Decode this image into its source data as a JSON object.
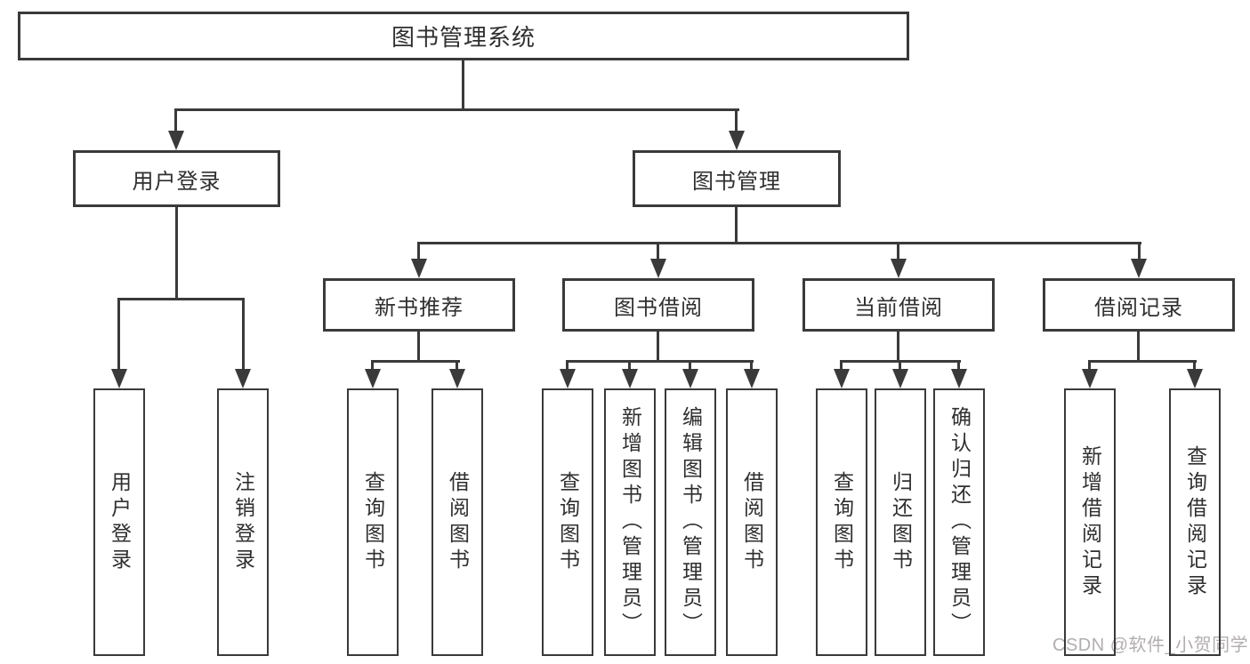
{
  "diagram": {
    "root": {
      "label": "图书管理系统"
    },
    "user": {
      "label": "用户登录",
      "children": [
        {
          "label": "用户登录"
        },
        {
          "label": "注销登录"
        }
      ]
    },
    "book": {
      "label": "图书管理",
      "sections": [
        {
          "label": "新书推荐",
          "children": [
            {
              "label": "查询图书"
            },
            {
              "label": "借阅图书"
            }
          ]
        },
        {
          "label": "图书借阅",
          "children": [
            {
              "label": "查询图书"
            },
            {
              "label": "新增图书（管理员）"
            },
            {
              "label": "编辑图书（管理员）"
            },
            {
              "label": "借阅图书"
            }
          ]
        },
        {
          "label": "当前借阅",
          "children": [
            {
              "label": "查询图书"
            },
            {
              "label": "归还图书"
            },
            {
              "label": "确认归还（管理员）"
            }
          ]
        },
        {
          "label": "借阅记录",
          "children": [
            {
              "label": "新增借阅记录"
            },
            {
              "label": "查询借阅记录"
            }
          ]
        }
      ]
    }
  },
  "colors": {
    "line": "#3a3a3a",
    "text": "#2f2f2f",
    "background": "#ffffff",
    "watermark": "#b3aeae"
  },
  "watermark": {
    "text": "CSDN @软件_小贺同学"
  }
}
